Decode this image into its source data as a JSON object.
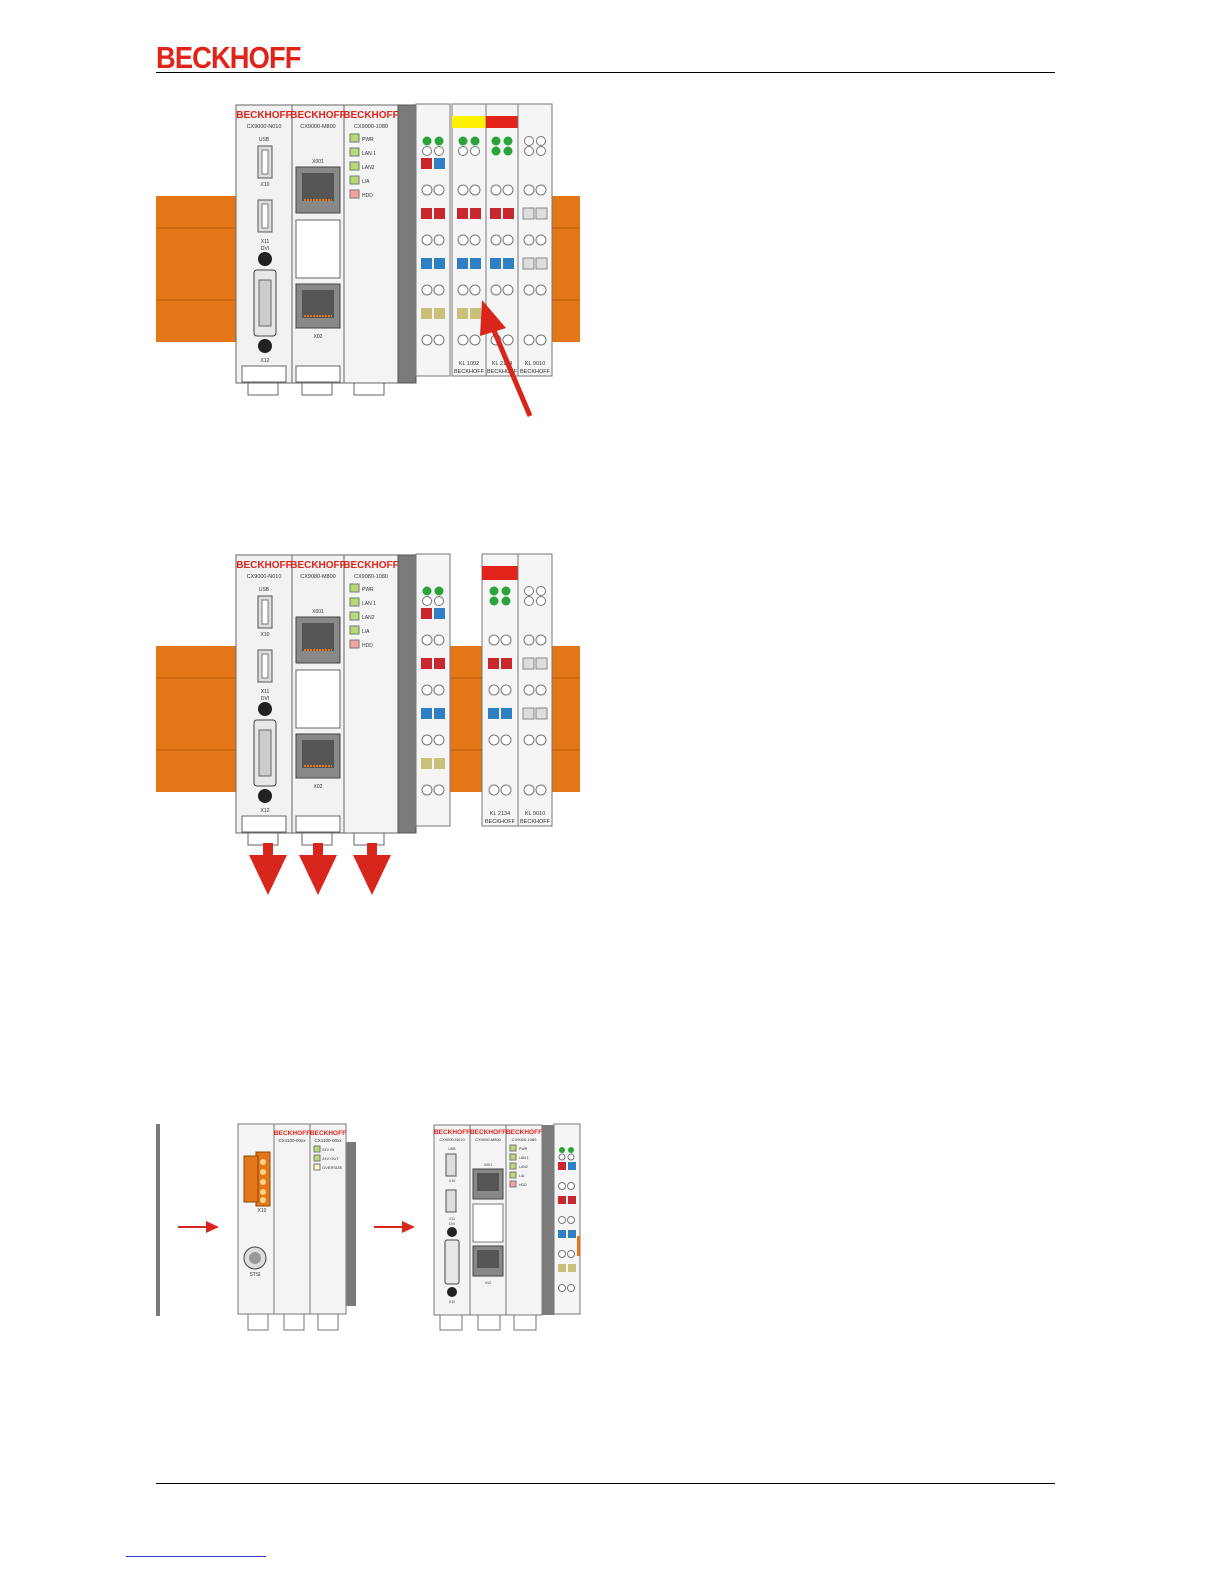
{
  "header": {
    "brand": "BECKHOFF"
  },
  "figures": [
    {
      "modules": [
        {
          "brand": "BECKHOFF",
          "model": "CX9000-N010",
          "labels": [
            "USB",
            "X10",
            "X11",
            "DVI",
            "X12"
          ]
        },
        {
          "brand": "BECKHOFF",
          "model": "CX9000-M800",
          "labels": [
            "X001",
            "X02"
          ]
        },
        {
          "brand": "BECKHOFF",
          "model": "CX9000-1080",
          "leds": [
            "PWR",
            "LAN 1",
            "LAN2",
            "L/A",
            "HDD"
          ]
        }
      ],
      "terminals": [
        "KL 1002",
        "KL 2134",
        "KL 9010"
      ],
      "terminal_brand": "BECKHOFF"
    },
    {
      "modules": [
        {
          "brand": "BECKHOFF",
          "model": "CX9000-N010",
          "labels": [
            "USB",
            "X10",
            "X11",
            "DVI",
            "X12"
          ]
        },
        {
          "brand": "BECKHOFF",
          "model": "CX9080-M800",
          "labels": [
            "X001",
            "X02"
          ]
        },
        {
          "brand": "BECKHOFF",
          "model": "CX9080-1080",
          "leds": [
            "PWR",
            "LAN 1",
            "LAN2",
            "L/A",
            "HDD"
          ]
        }
      ],
      "terminals": [
        "KL 2134",
        "KL 9010"
      ],
      "terminal_brand": "BECKHOFF"
    },
    {
      "power_modules": [
        {
          "brand": "BECKHOFF",
          "model": "CX1100-00xx",
          "labels": [
            "X10",
            "STSI"
          ]
        },
        {
          "brand": "BECKHOFF",
          "model": "CX1100-00xx",
          "leds": [
            "24V IN",
            "24V OUT",
            "OVERSIZE"
          ]
        }
      ],
      "modules": [
        {
          "brand": "BECKHOFF",
          "model": "CX9000-N010",
          "labels": [
            "USB",
            "X10",
            "X11",
            "DVI",
            "X12"
          ]
        },
        {
          "brand": "BECKHOFF",
          "model": "CX9000-M800",
          "labels": [
            "X001",
            "X02"
          ]
        },
        {
          "brand": "BECKHOFF",
          "model": "CX9000-1080",
          "leds": [
            "PWR",
            "LAN 1",
            "LAN2",
            "L/A",
            "HDD"
          ]
        }
      ]
    }
  ],
  "colors": {
    "brand_red": "#e2231a",
    "rail_orange": "#e37617",
    "arrow_red": "#d9261c",
    "led_green": "#2aa33a",
    "terminal_blue": "#2e7fc4",
    "terminal_red": "#c7272d",
    "terminal_yellow": "#fff200",
    "terminal_olive": "#c9c07a"
  }
}
